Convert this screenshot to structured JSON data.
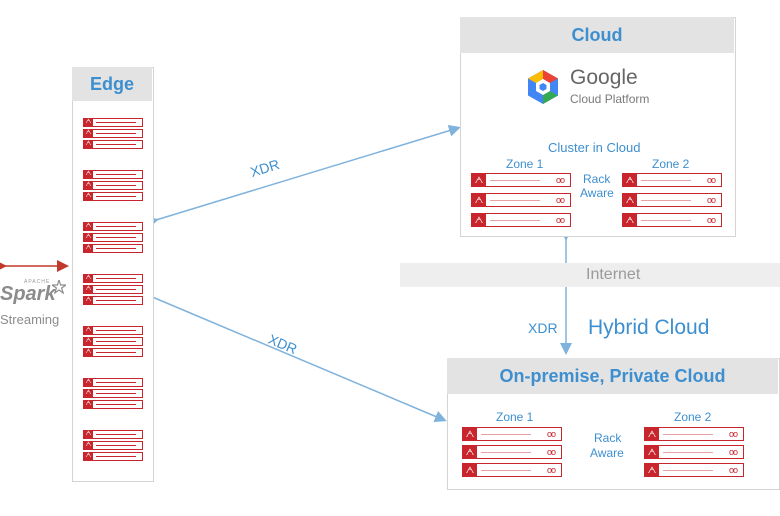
{
  "edge": {
    "title": "Edge"
  },
  "cloud": {
    "title": "Cloud",
    "google_brand": "Google",
    "platform_name": "Cloud Platform",
    "cluster_label": "Cluster in Cloud",
    "zone1": "Zone 1",
    "zone2": "Zone 2",
    "rack_line1": "Rack",
    "rack_line2": "Aware"
  },
  "internet_label": "Internet",
  "hybrid_label": "Hybrid Cloud",
  "links": {
    "xdr_top": "XDR",
    "xdr_bottom": "XDR",
    "xdr_vertical": "XDR"
  },
  "premise": {
    "title": "On-premise, Private Cloud",
    "zone1": "Zone 1",
    "zone2": "Zone 2",
    "rack_line1": "Rack",
    "rack_line2": "Aware"
  },
  "spark": {
    "brand": "Spark",
    "apache_text": "APACHE",
    "streaming": "Streaming"
  },
  "server_glyph": "ᗅ",
  "server_dots": "oo",
  "colors": {
    "accent_blue": "#3d8fd0",
    "server_red": "#c9252c",
    "arrow_blue": "#7fb2dc",
    "spark_arrow_red": "#c0392b"
  }
}
